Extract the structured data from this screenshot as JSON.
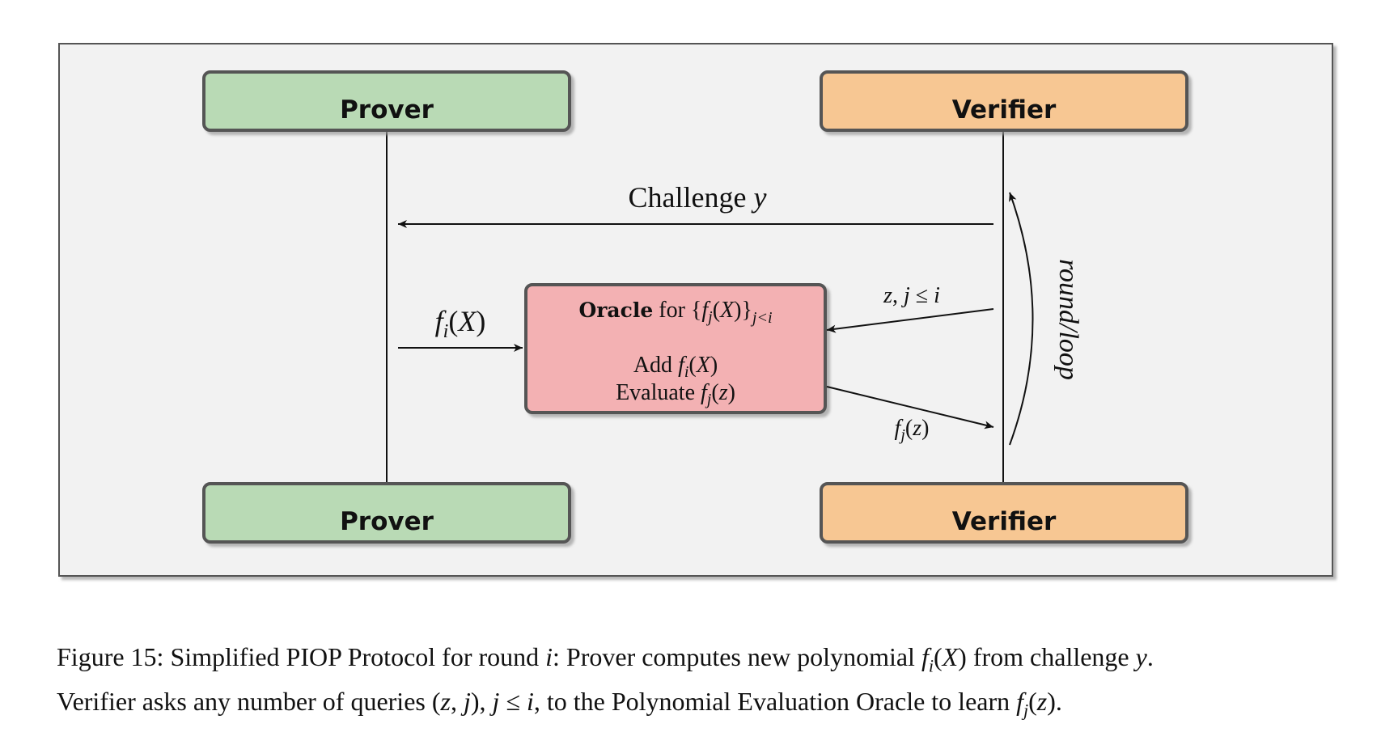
{
  "prover_top": "Prover",
  "verifier_top": "Verifier",
  "prover_bottom": "Prover",
  "verifier_bottom": "Verifier",
  "challenge_label": "Challenge",
  "challenge_var": "y",
  "fi_label": "f_i(X)",
  "oracle": {
    "title_bold": "Oracle",
    "title_rest": "for",
    "title_math": "{f_j(X)}_{j<i}",
    "line1": "Add f_i(X)",
    "line2": "Evaluate f_j(z)"
  },
  "query_label": "z, j ≤ i",
  "response_label": "f_j(z)",
  "loop_label": "round/loop",
  "colors": {
    "prover": "#b9dab5",
    "verifier": "#f7c793",
    "oracle": "#f3b1b3",
    "frame_bg": "#f2f2f2",
    "border": "#555555"
  },
  "caption": {
    "line1": "Figure 15: Simplified PIOP Protocol for round i: Prover computes new polynomial f_i(X) from challenge y.",
    "line2": "Verifier asks any number of queries (z, j), j ≤ i, to the Polynomial Evaluation Oracle to learn f_j(z)."
  }
}
